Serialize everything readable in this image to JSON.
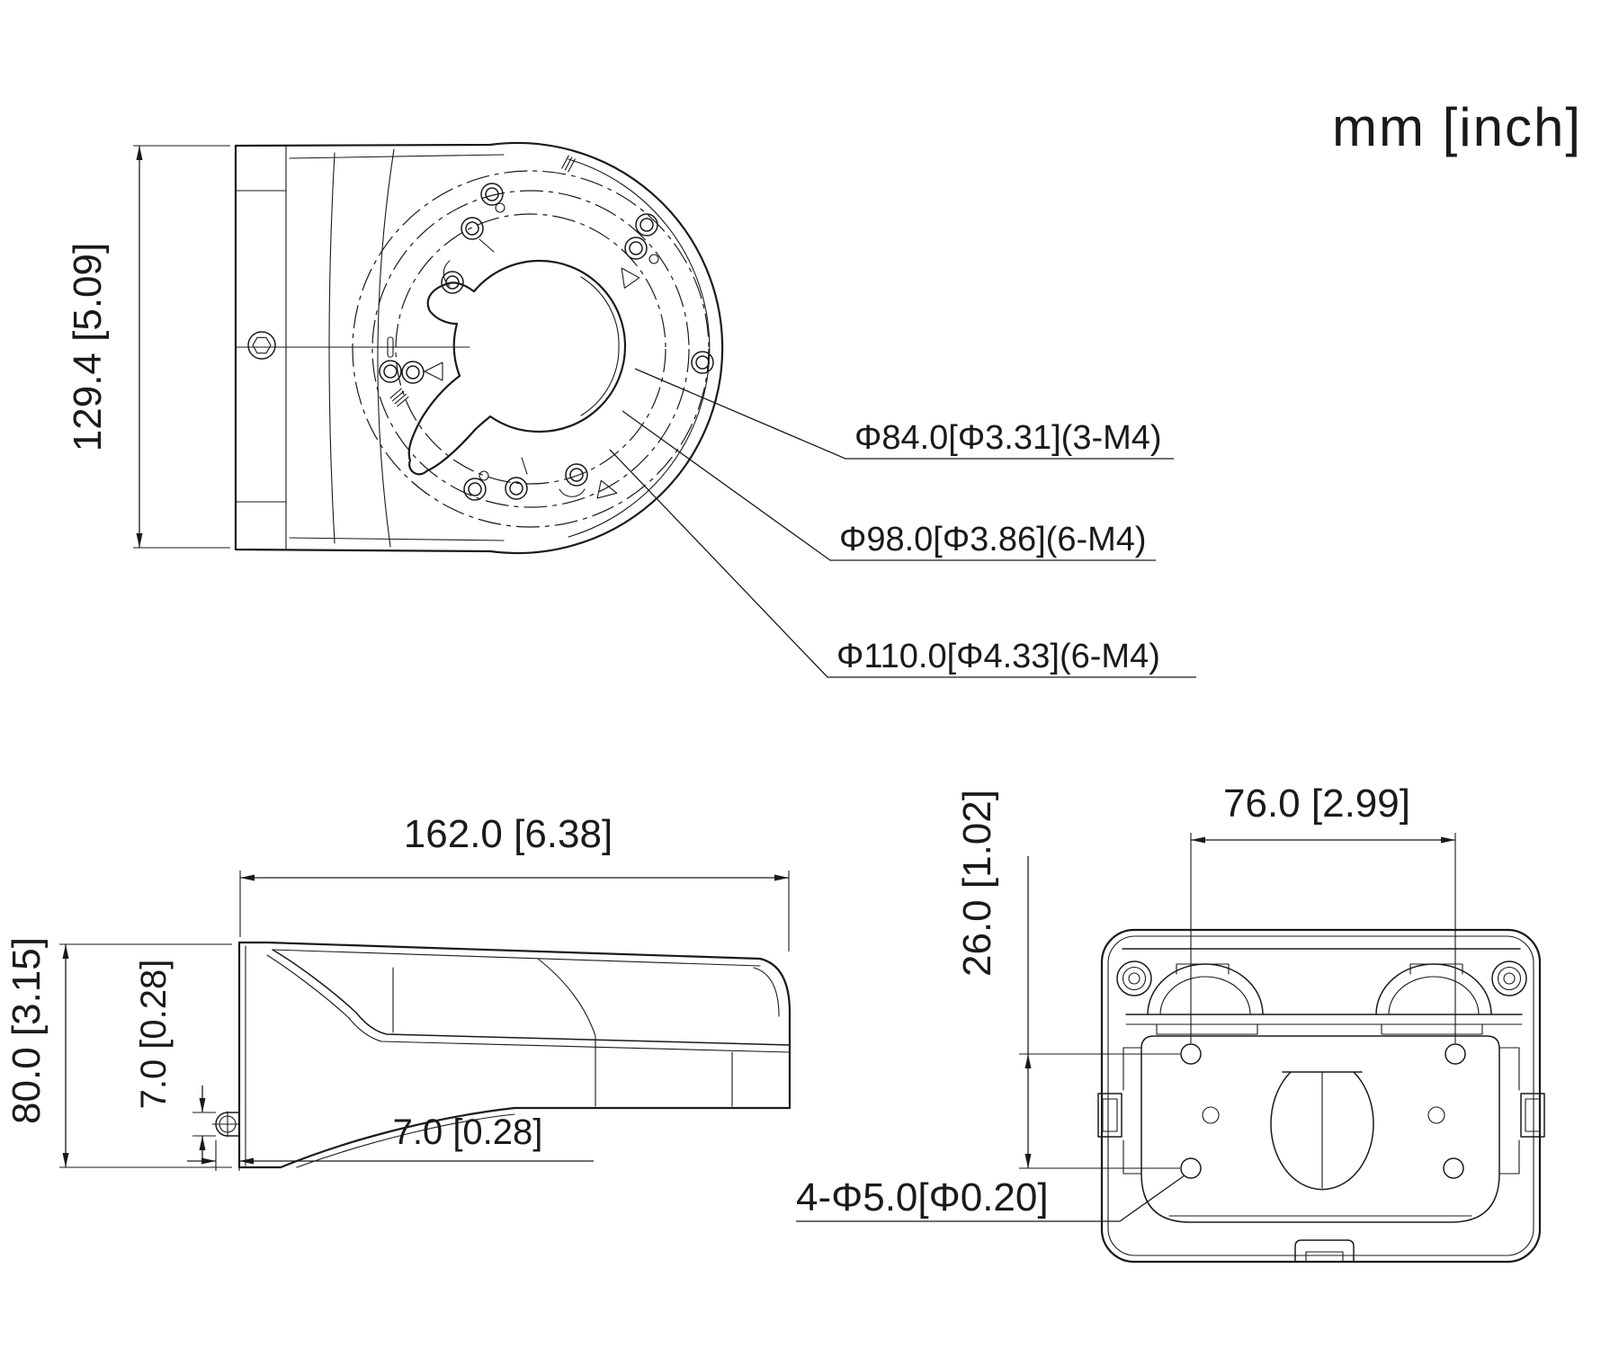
{
  "units_label": "mm [inch]",
  "colors": {
    "line": "#1a1a1a",
    "background": "#ffffff"
  },
  "front_view": {
    "height_dim": "129.4 [5.09]",
    "bolt_circle_labels": [
      "Φ84.0[Φ3.31](3-M4)",
      "Φ98.0[Φ3.86](6-M4)",
      "Φ110.0[Φ4.33](6-M4)"
    ]
  },
  "side_view": {
    "length_dim": "162.0 [6.38]",
    "height_dim": "80.0 [3.15]",
    "tab_height_dim": "7.0 [0.28]",
    "tab_depth_dim": "7.0 [0.28]"
  },
  "back_view": {
    "hole_spacing_horizontal": "76.0 [2.99]",
    "hole_spacing_vertical": "26.0 [1.02]",
    "mounting_holes_label": "4-Φ5.0[Φ0.20]"
  }
}
